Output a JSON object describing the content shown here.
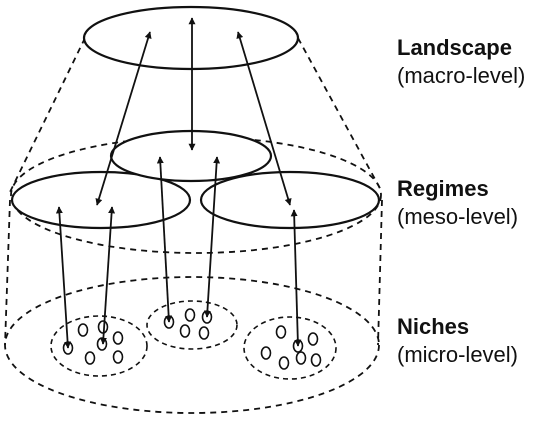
{
  "levels": [
    {
      "title": "Landscape",
      "subtitle": "(macro-level)"
    },
    {
      "title": "Regimes",
      "subtitle": "(meso-level)"
    },
    {
      "title": "Niches",
      "subtitle": "(micro-level)"
    }
  ],
  "colors": {
    "stroke": "#111111",
    "background": "#ffffff"
  }
}
